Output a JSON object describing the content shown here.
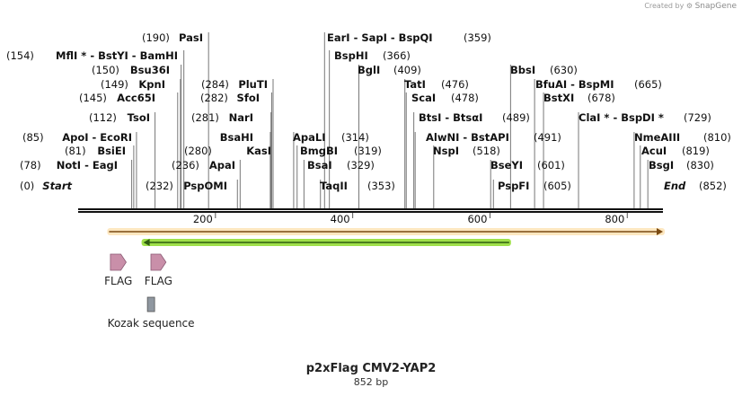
{
  "watermark": {
    "created_by": "Created by",
    "brand": "SnapGene"
  },
  "title": "p2xFlag CMV2-YAP2",
  "length_label": "852 bp",
  "sequence_length": 852,
  "ruler": {
    "ticks": [
      200,
      400,
      600,
      800
    ]
  },
  "enzymes": [
    {
      "pos": 0,
      "text": "Start",
      "pos_label": "(0)",
      "italic": true
    },
    {
      "pos": 78,
      "text": "NotI - EagI",
      "pos_label": "(78)"
    },
    {
      "pos": 81,
      "text": "BsiEI",
      "pos_label": "(81)"
    },
    {
      "pos": 85,
      "text": "ApoI - EcoRI",
      "pos_label": "(85)"
    },
    {
      "pos": 112,
      "text": "TsoI",
      "pos_label": "(112)"
    },
    {
      "pos": 145,
      "text": "Acc65I",
      "pos_label": "(145)"
    },
    {
      "pos": 149,
      "text": "KpnI",
      "pos_label": "(149)"
    },
    {
      "pos": 150,
      "text": "Bsu36I",
      "pos_label": "(150)"
    },
    {
      "pos": 154,
      "text": "MflI * - BstYI - BamHI",
      "pos_label": "(154)"
    },
    {
      "pos": 190,
      "text": "PasI",
      "pos_label": "(190)"
    },
    {
      "pos": 232,
      "text": "PspOMI",
      "pos_label": "(232)"
    },
    {
      "pos": 236,
      "text": "ApaI",
      "pos_label": "(236)"
    },
    {
      "pos": 280,
      "text": "KasI",
      "pos_label": "(280)"
    },
    {
      "pos": 281,
      "text": "NarI",
      "pos_label": "(281)"
    },
    {
      "pos": 282,
      "text": "SfoI",
      "pos_label": "(282)"
    },
    {
      "pos": 284,
      "text": "PluTI",
      "pos_label": "(284)"
    },
    {
      "pos": 280,
      "text": "BsaHI",
      "pos_label": ""
    },
    {
      "pos": 314,
      "text": "ApaLI",
      "pos_label": "(314)"
    },
    {
      "pos": 319,
      "text": "BmgBI",
      "pos_label": "(319)"
    },
    {
      "pos": 329,
      "text": "BsaI",
      "pos_label": "(329)"
    },
    {
      "pos": 353,
      "text": "TaqII",
      "pos_label": "(353)"
    },
    {
      "pos": 359,
      "text": "EarI - SapI - BspQI",
      "pos_label": "(359)"
    },
    {
      "pos": 366,
      "text": "BspHI",
      "pos_label": "(366)"
    },
    {
      "pos": 409,
      "text": "BglI",
      "pos_label": "(409)"
    },
    {
      "pos": 476,
      "text": "TatI",
      "pos_label": "(476)"
    },
    {
      "pos": 478,
      "text": "ScaI",
      "pos_label": "(478)"
    },
    {
      "pos": 489,
      "text": "BtsI - BtsαI",
      "pos_label": "(489)"
    },
    {
      "pos": 491,
      "text": "AlwNI - BstAPI",
      "pos_label": "(491)"
    },
    {
      "pos": 518,
      "text": "NspI",
      "pos_label": "(518)"
    },
    {
      "pos": 601,
      "text": "BseYI",
      "pos_label": "(601)"
    },
    {
      "pos": 605,
      "text": "PspFI",
      "pos_label": "(605)"
    },
    {
      "pos": 630,
      "text": "BbsI",
      "pos_label": "(630)"
    },
    {
      "pos": 665,
      "text": "BfuAI - BspMI",
      "pos_label": "(665)"
    },
    {
      "pos": 678,
      "text": "BstXI",
      "pos_label": "(678)"
    },
    {
      "pos": 729,
      "text": "ClaI * - BspDI *",
      "pos_label": "(729)"
    },
    {
      "pos": 810,
      "text": "NmeAIII",
      "pos_label": "(810)"
    },
    {
      "pos": 819,
      "text": "AcuI",
      "pos_label": "(819)"
    },
    {
      "pos": 830,
      "text": "BsgI",
      "pos_label": "(830)"
    },
    {
      "pos": 852,
      "text": "End",
      "pos_label": "(852)",
      "italic": true
    }
  ],
  "features": [
    {
      "name": "orange-cds",
      "start": 45,
      "end": 852,
      "direction": "forward",
      "color": "#e8a33a"
    },
    {
      "name": "green-cds",
      "start": 95,
      "end": 628,
      "direction": "reverse",
      "color": "#9fe04a"
    }
  ],
  "small_features": [
    {
      "label": "FLAG",
      "start": 47,
      "end": 70,
      "color": "#c98fa9"
    },
    {
      "label": "FLAG",
      "start": 106,
      "end": 128,
      "color": "#c98fa9"
    },
    {
      "label": "Kozak sequence",
      "start": 97,
      "end": 107,
      "color": "#8f97a0"
    }
  ]
}
